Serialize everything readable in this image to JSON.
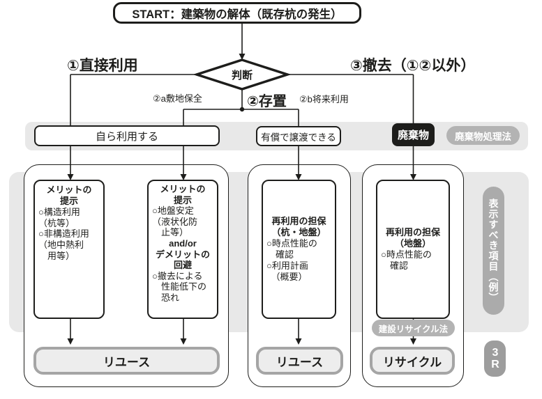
{
  "diagram": {
    "title": "START：建築物の解体（既存杭の発生）",
    "decision_label": "判断",
    "branches": {
      "b1": "①直接利用",
      "b2": "②存置",
      "b2a": "②a敷地保全",
      "b2b": "②b将来利用",
      "b3": "③撤去（①②以外）"
    },
    "band": {
      "self_use": "自ら利用する",
      "transfer": "有償で譲渡できる",
      "waste": "廃棄物",
      "waste_law": "廃棄物処理法"
    },
    "item_boxes": {
      "box1": {
        "header": "メリットの\n提示",
        "body": "○構造利用\n（杭等）\n○非構造利用\n（地中熱利\n　用等）"
      },
      "box2": {
        "header": "メリットの\n提示",
        "body1": "○地盤安定\n（液状化防\n　止等）",
        "connector": "and/or",
        "header2": "デメリットの\n回避",
        "body2": "○撤去による\n　性能低下の\n　恐れ"
      },
      "box3": {
        "header": "再利用の担保\n（杭・地盤）",
        "body": "○時点性能の\n　確認\n○利用計画\n　（概要）"
      },
      "box4": {
        "header": "再利用の担保\n（地盤）",
        "body": "○時点性能の\n　確認"
      }
    },
    "outcomes": {
      "reuse_left": "リユース",
      "reuse_mid": "リユース",
      "recycle": "リサイクル"
    },
    "side_labels": {
      "recycle_law": "建設リサイクル法",
      "display_items": "表示すべき項目（例）",
      "three_r": "3R"
    },
    "colors": {
      "panel": "#e8e8e8",
      "ink": "#1d1d1b",
      "pill_gray": "#b3b3b3",
      "vpill_gray": "#ababab",
      "badge_gray": "#9d9d9d",
      "outcome_border": "#a5a5a5",
      "outcome_fill": "#ededed"
    }
  }
}
